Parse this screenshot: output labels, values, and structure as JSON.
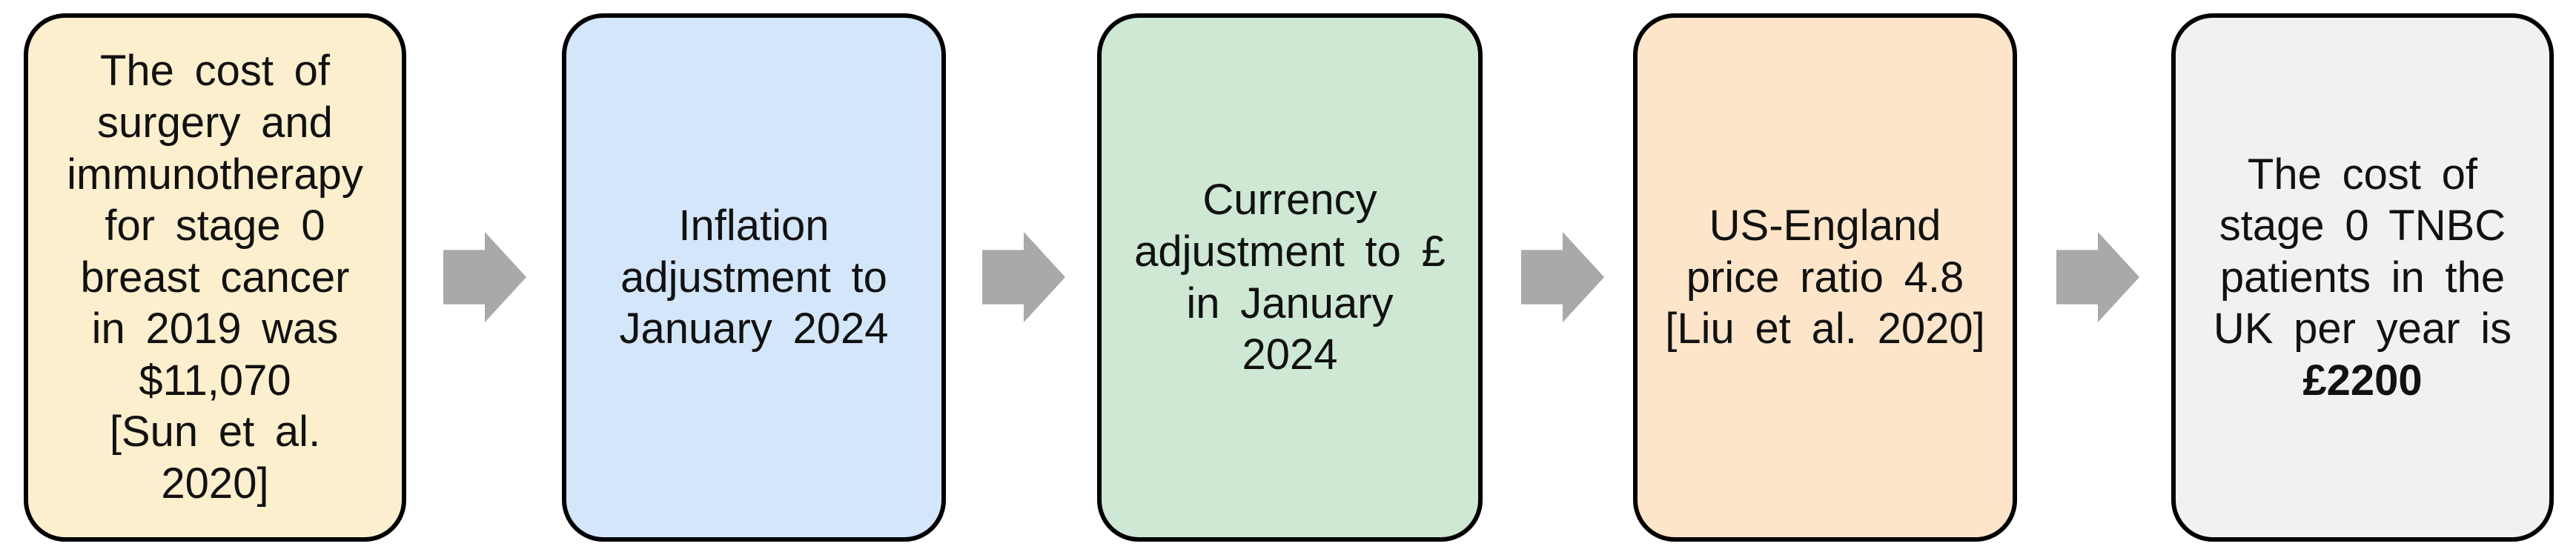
{
  "flowchart": {
    "arrow_color": "#A9A9A9",
    "nodes": [
      {
        "name": "cost-2019",
        "fill": "#FCEFCD",
        "text": "The cost of\nsurgery and\nimmunotherapy\nfor stage 0\nbreast cancer\nin 2019 was\n$11,070\n[Sun et al.\n2020]"
      },
      {
        "name": "inflation-adjustment",
        "fill": "#D4E6F9",
        "text": "Inflation\nadjustment to\nJanuary 2024"
      },
      {
        "name": "currency-adjustment",
        "fill": "#CEE8D3",
        "text": "Currency\nadjustment to £\nin January\n2024"
      },
      {
        "name": "price-ratio",
        "fill": "#FDE5CA",
        "text": "US-England\nprice ratio 4.8\n[Liu et al. 2020]"
      },
      {
        "name": "final-cost",
        "fill": "#F1F1F1",
        "text": "The cost of\nstage 0 TNBC\npatients in the\nUK per year is",
        "highlight_value": "£2200"
      }
    ]
  }
}
